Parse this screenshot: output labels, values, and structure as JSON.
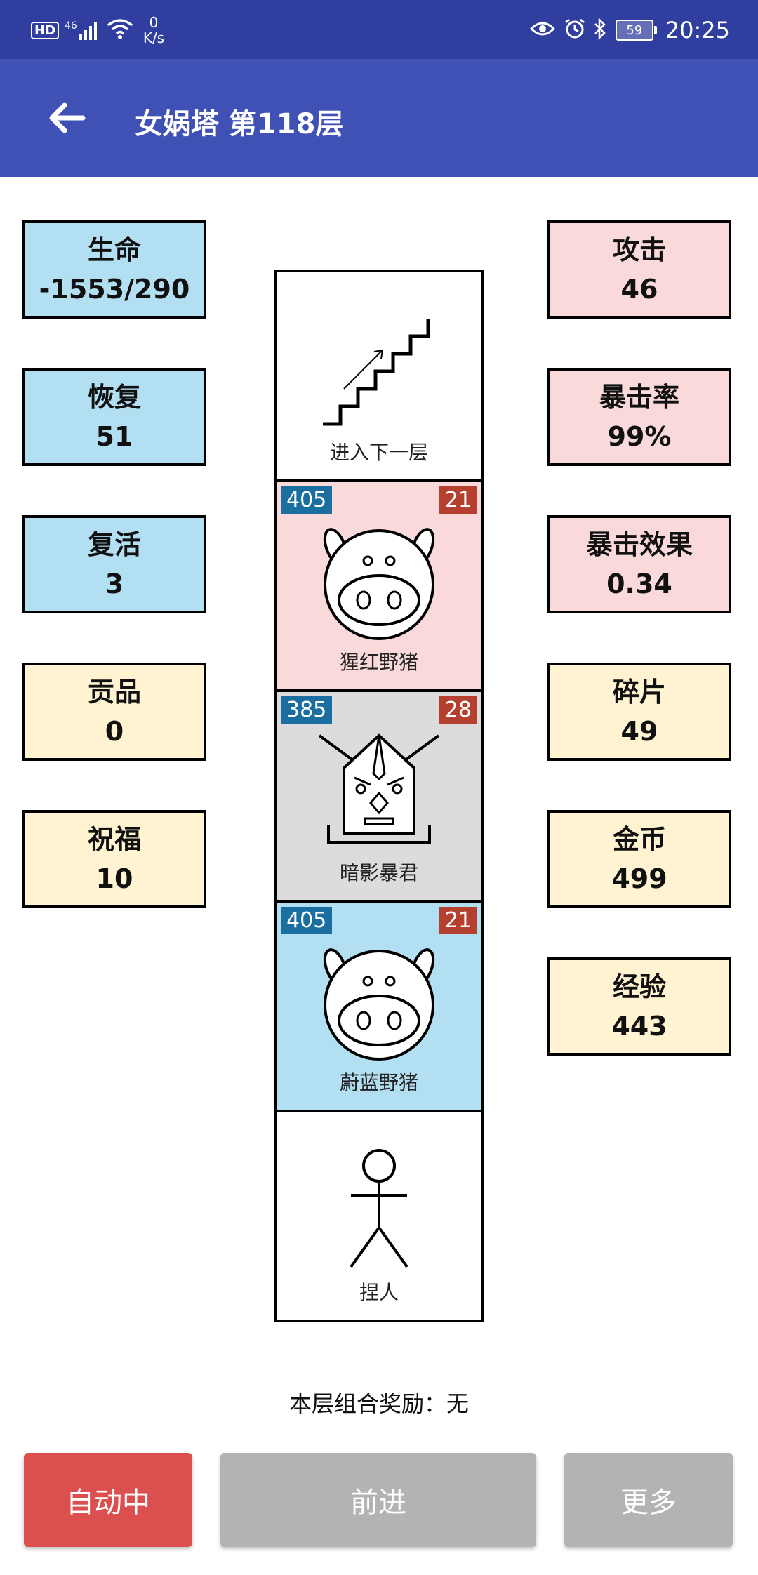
{
  "status_bar": {
    "hd": "HD",
    "network": "46",
    "net_speed_value": "0",
    "net_speed_unit": "K/s",
    "battery": "59",
    "time": "20:25"
  },
  "app_bar": {
    "title": "女娲塔 第118层"
  },
  "left_stats": [
    {
      "label": "生命",
      "value": "-1553/290"
    },
    {
      "label": "恢复",
      "value": "51"
    },
    {
      "label": "复活",
      "value": "3"
    },
    {
      "label": "贡品",
      "value": "0"
    },
    {
      "label": "祝福",
      "value": "10"
    }
  ],
  "right_stats": [
    {
      "label": "攻击",
      "value": "46"
    },
    {
      "label": "暴击率",
      "value": "99%"
    },
    {
      "label": "暴击效果",
      "value": "0.34"
    },
    {
      "label": "碎片",
      "value": "49"
    },
    {
      "label": "金币",
      "value": "499"
    },
    {
      "label": "经验",
      "value": "443"
    }
  ],
  "tower": {
    "stairs_label": "进入下一层",
    "monsters": [
      {
        "name": "猩红野猪",
        "hp": "405",
        "atk": "21",
        "color": "#f9d9d9"
      },
      {
        "name": "暗影暴君",
        "hp": "385",
        "atk": "28",
        "color": "#dcdcdc"
      },
      {
        "name": "蔚蓝野猪",
        "hp": "405",
        "atk": "21",
        "color": "#b3dff2"
      }
    ],
    "player_label": "捏人"
  },
  "combo_reward": "本层组合奖励：无",
  "buttons": {
    "auto": "自动中",
    "forward": "前进",
    "more": "更多"
  },
  "colors": {
    "status_bar": "#303f9f",
    "app_bar": "#3f51b5",
    "auto_button": "#db4f4f",
    "disabled_button": "#b3b3b3",
    "hp_badge": "#1a6fa0",
    "atk_badge": "#b5402f"
  }
}
